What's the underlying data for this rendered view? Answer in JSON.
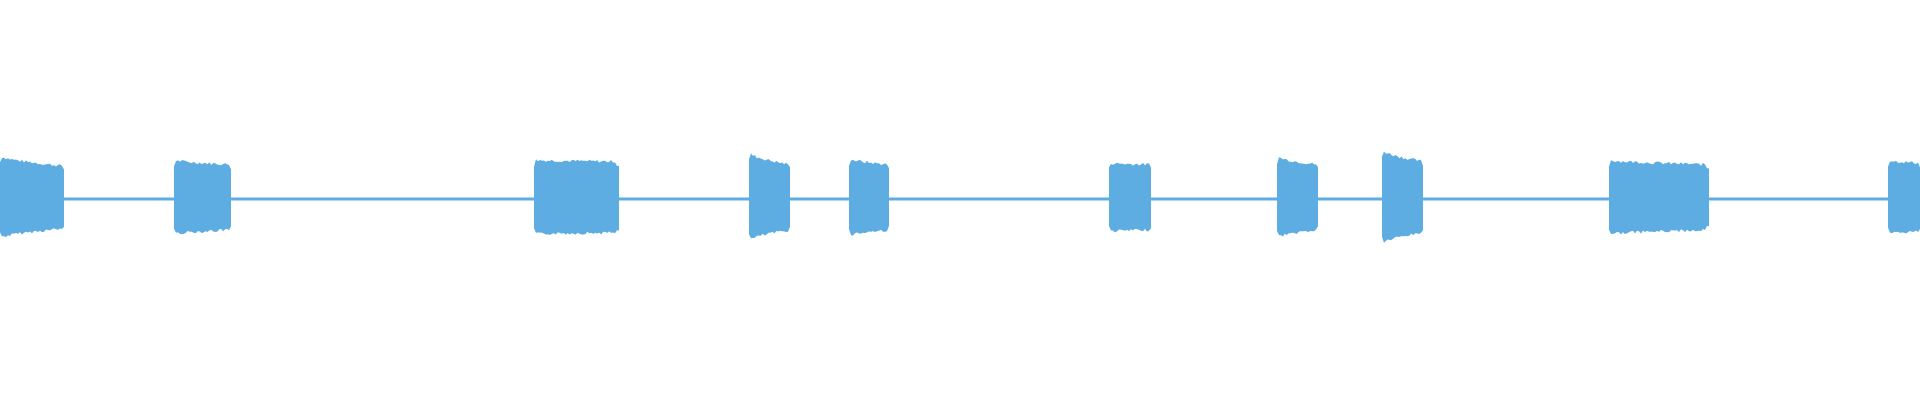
{
  "waveform": {
    "color": "#5dade2",
    "background": "#ffffff",
    "duration": 1920,
    "baseline_amplitude": 0.01,
    "segments": [
      {
        "start": 0,
        "end": 64,
        "peak_start": 0.58,
        "peak_end": 0.44
      },
      {
        "start": 174,
        "end": 231,
        "peak_start": 0.52,
        "peak_end": 0.46
      },
      {
        "start": 534,
        "end": 619,
        "peak_start": 0.52,
        "peak_end": 0.5
      },
      {
        "start": 749,
        "end": 790,
        "peak_start": 0.62,
        "peak_end": 0.46
      },
      {
        "start": 849,
        "end": 889,
        "peak_start": 0.54,
        "peak_end": 0.46
      },
      {
        "start": 1109,
        "end": 1151,
        "peak_start": 0.48,
        "peak_end": 0.46
      },
      {
        "start": 1277,
        "end": 1318,
        "peak_start": 0.57,
        "peak_end": 0.46
      },
      {
        "start": 1382,
        "end": 1423,
        "peak_start": 0.66,
        "peak_end": 0.5
      },
      {
        "start": 1609,
        "end": 1709,
        "peak_start": 0.52,
        "peak_end": 0.46
      },
      {
        "start": 1888,
        "end": 1920,
        "peak_start": 0.52,
        "peak_end": 0.48
      }
    ]
  }
}
